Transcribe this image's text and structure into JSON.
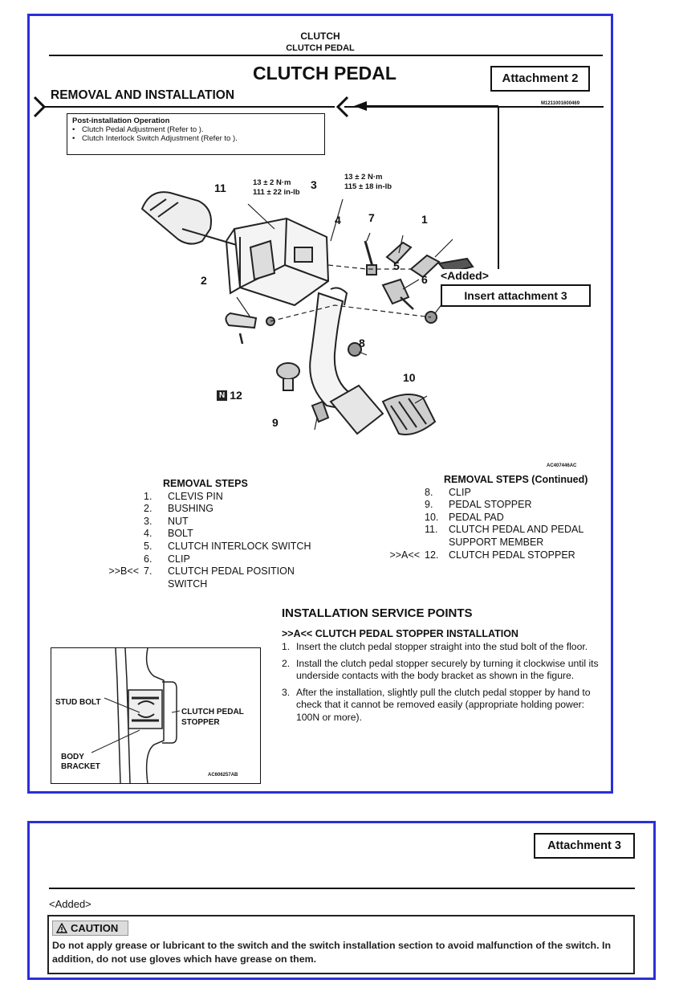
{
  "header": {
    "section": "CLUTCH",
    "subsection": "CLUTCH PEDAL",
    "title": "CLUTCH PEDAL",
    "attachment_label": "Attachment 2",
    "heading": "REMOVAL AND INSTALLATION",
    "ref_code": "M1211001600469"
  },
  "post_install": {
    "title": "Post-installation Operation",
    "items": [
      "Clutch Pedal Adjustment (Refer to ).",
      "Clutch Interlock Switch Adjustment (Refer to )."
    ]
  },
  "diagram": {
    "torque_left": [
      "13 ± 2 N·m",
      "111 ± 22 in-lb"
    ],
    "torque_right": [
      "13 ± 2 N·m",
      "115 ± 18 in-lb"
    ],
    "callouts": [
      "1",
      "2",
      "3",
      "4",
      "5",
      "6",
      "7",
      "8",
      "9",
      "10",
      "11",
      "12"
    ],
    "n_badge": "N",
    "added_label": "<Added>",
    "insert_label": "Insert attachment 3",
    "figure_code": "AC407446AC"
  },
  "removal_steps": {
    "title": "REMOVAL STEPS",
    "left": [
      {
        "mark": "",
        "num": "1.",
        "text": "CLEVIS PIN"
      },
      {
        "mark": "",
        "num": "2.",
        "text": "BUSHING"
      },
      {
        "mark": "",
        "num": "3.",
        "text": "NUT"
      },
      {
        "mark": "",
        "num": "4.",
        "text": "BOLT"
      },
      {
        "mark": "",
        "num": "5.",
        "text": "CLUTCH INTERLOCK SWITCH"
      },
      {
        "mark": "",
        "num": "6.",
        "text": "CLIP"
      },
      {
        "mark": ">>B<<",
        "num": "7.",
        "text": "CLUTCH PEDAL POSITION SWITCH"
      }
    ],
    "title_cont": "REMOVAL STEPS (Continued)",
    "right": [
      {
        "mark": "",
        "num": "8.",
        "text": "CLIP"
      },
      {
        "mark": "",
        "num": "9.",
        "text": "PEDAL STOPPER"
      },
      {
        "mark": "",
        "num": "10.",
        "text": "PEDAL PAD"
      },
      {
        "mark": "",
        "num": "11.",
        "text": "CLUTCH PEDAL AND PEDAL SUPPORT MEMBER"
      },
      {
        "mark": ">>A<<",
        "num": "12.",
        "text": "CLUTCH PEDAL STOPPER"
      }
    ]
  },
  "install_points": {
    "heading": "INSTALLATION SERVICE POINTS",
    "subheading": ">>A<< CLUTCH PEDAL STOPPER INSTALLATION",
    "items": [
      {
        "n": "1.",
        "text": "Insert the clutch pedal stopper straight into the stud bolt of the floor."
      },
      {
        "n": "2.",
        "text": "Install the clutch pedal stopper securely by turning it clockwise until its underside contacts with the body bracket as shown in the figure."
      },
      {
        "n": "3.",
        "text": "After the installation, slightly pull the clutch pedal stopper by hand to check that it cannot be removed easily (appropriate holding power: 100N or more)."
      }
    ]
  },
  "detail_figure": {
    "stud_bolt": "STUD BOLT",
    "body_bracket_1": "BODY",
    "body_bracket_2": "BRACKET",
    "stopper_1": "CLUTCH PEDAL",
    "stopper_2": "STOPPER",
    "code": "AC606257AB"
  },
  "attachment3": {
    "label": "Attachment 3",
    "added": "<Added>",
    "caution_label": "CAUTION",
    "caution_text": "Do not apply grease or lubricant to the switch and the switch installation section to avoid malfunction of the switch. In addition, do not use gloves which have grease on them."
  }
}
